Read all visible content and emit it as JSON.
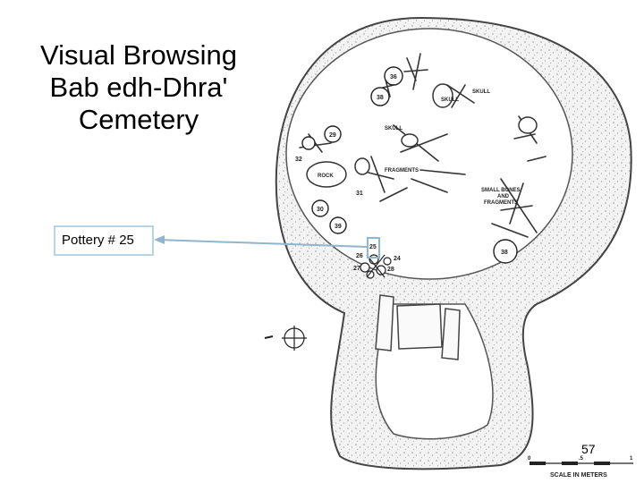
{
  "slide": {
    "title_lines": [
      "Visual Browsing",
      "Bab edh-Dhra'",
      "Cemetery"
    ],
    "page_number": "57"
  },
  "callout": {
    "label": "Pottery # 25"
  },
  "plan": {
    "pottery_labels": [
      "36",
      "38",
      "29",
      "31",
      "39",
      "32",
      "30",
      "38",
      "25",
      "26",
      "27",
      "28",
      "24"
    ],
    "annotations": {
      "skull_right": "SKULL",
      "skull_mid": "SKULL",
      "skull_center": "SKULL",
      "fragments": "FRAGMENTS",
      "rock": "ROCK",
      "small_bones": "SMALL BONES",
      "and": "AND",
      "fragments_2": "FRAGMENTS"
    },
    "scale_bar": {
      "label": "SCALE IN METERS",
      "ticks": [
        "0",
        ".5",
        "1"
      ]
    }
  },
  "colors": {
    "callout_border": "#b7d3e6",
    "connector": "#8fb5cf"
  }
}
